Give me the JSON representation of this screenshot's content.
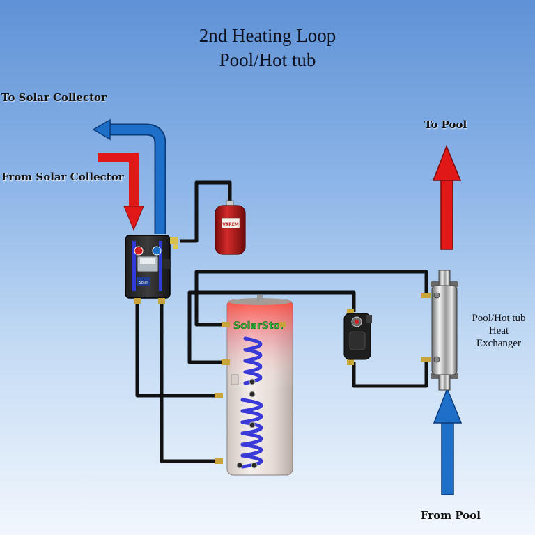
{
  "title": {
    "line1": "2nd Heating Loop",
    "line2": "Pool/Hot tub"
  },
  "labels": {
    "to_solar": "To Solar Collector",
    "from_solar": "From Solar Collector",
    "to_pool": "To Pool",
    "from_pool": "From Pool",
    "hx_line1": "Pool/Hot tub",
    "hx_line2": "Heat",
    "hx_line3": "Exchanger"
  },
  "brands": {
    "expansion_tank": "VAREM",
    "tank": "SolarStor",
    "pump_station": "Solar"
  },
  "colors": {
    "hot": "#e01818",
    "cold": "#1e6fc8",
    "pipe": "#111111",
    "tank_coil": "#3a3ad8",
    "expansion_tank": "#b81e1e"
  }
}
